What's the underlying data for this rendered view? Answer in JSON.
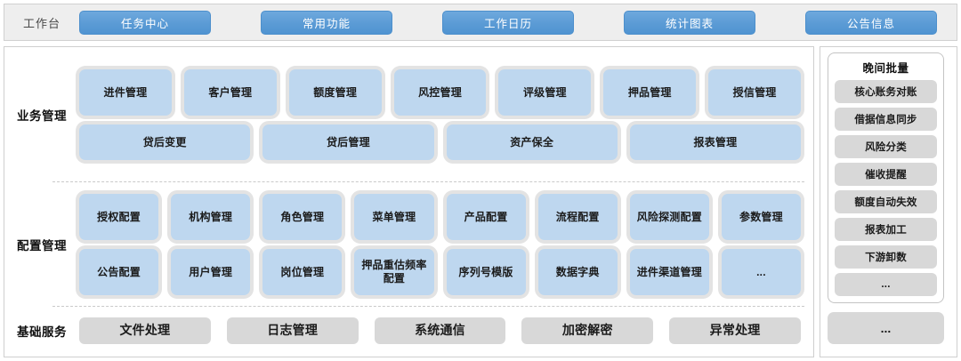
{
  "toolbar": {
    "title": "工作台",
    "buttons": [
      {
        "label": "任务中心"
      },
      {
        "label": "常用功能"
      },
      {
        "label": "工作日历"
      },
      {
        "label": "统计图表"
      },
      {
        "label": "公告信息"
      }
    ]
  },
  "sections": [
    {
      "label": "业务管理",
      "rows": [
        {
          "tiles": [
            {
              "label": "进件管理"
            },
            {
              "label": "客户管理"
            },
            {
              "label": "额度管理"
            },
            {
              "label": "风控管理"
            },
            {
              "label": "评级管理"
            },
            {
              "label": "押品管理"
            },
            {
              "label": "授信管理"
            }
          ]
        },
        {
          "tiles": [
            {
              "label": "贷后变更"
            },
            {
              "label": "贷后管理"
            },
            {
              "label": "资产保全"
            },
            {
              "label": "报表管理"
            }
          ]
        }
      ]
    },
    {
      "label": "配置管理",
      "rows": [
        {
          "tiles": [
            {
              "label": "授权配置"
            },
            {
              "label": "机构管理"
            },
            {
              "label": "角色管理"
            },
            {
              "label": "菜单管理"
            },
            {
              "label": "产品配置"
            },
            {
              "label": "流程配置"
            },
            {
              "label": "风险探测配置"
            },
            {
              "label": "参数管理"
            }
          ]
        },
        {
          "tiles": [
            {
              "label": "公告配置"
            },
            {
              "label": "用户管理"
            },
            {
              "label": "岗位管理"
            },
            {
              "label": "押品重估频率配置"
            },
            {
              "label": "序列号模版"
            },
            {
              "label": "数据字典"
            },
            {
              "label": "进件渠道管理"
            },
            {
              "label": "..."
            }
          ]
        }
      ]
    },
    {
      "label": "基础服务",
      "rows": [
        {
          "tiles": [
            {
              "label": "文件处理"
            },
            {
              "label": "日志管理"
            },
            {
              "label": "系统通信"
            },
            {
              "label": "加密解密"
            },
            {
              "label": "异常处理"
            }
          ]
        }
      ]
    }
  ],
  "sidebar": {
    "title": "晚间批量",
    "items": [
      {
        "label": "核心账务对账"
      },
      {
        "label": "借据信息同步"
      },
      {
        "label": "风险分类"
      },
      {
        "label": "催收提醒"
      },
      {
        "label": "额度自动失效"
      },
      {
        "label": "报表加工"
      },
      {
        "label": "下游卸数"
      },
      {
        "label": "..."
      }
    ],
    "more_label": "..."
  },
  "colors": {
    "accent_blue": "#5b9bd5",
    "tile_blue": "#bed7ef",
    "tile_grey": "#d8d8d8",
    "toolbar_bg": "#eeeeee"
  }
}
